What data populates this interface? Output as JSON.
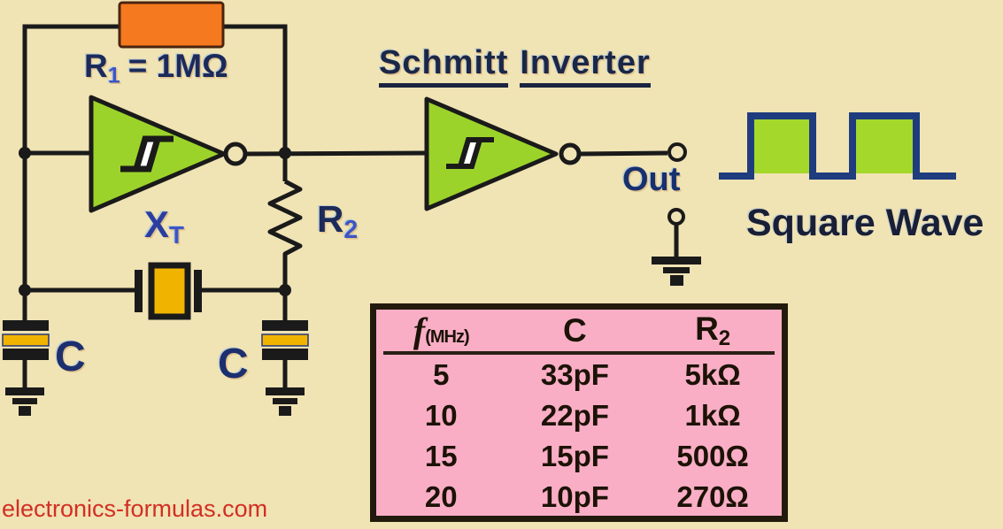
{
  "labels": {
    "r1": {
      "name": "R",
      "sub": "1",
      "value": "= 1MΩ"
    },
    "title_word1": "Schmitt",
    "title_word2": "Inverter",
    "crystal": {
      "name": "X",
      "sub": "T"
    },
    "r2": {
      "name": "R",
      "sub": "2"
    },
    "cap_left": "C",
    "cap_right": "C",
    "out": "Out",
    "square_wave": "Square Wave",
    "watermark": "electronics-formulas.com"
  },
  "table": {
    "headers": {
      "f": "f",
      "f_unit": "(MHz)",
      "c": "C",
      "r2_name": "R",
      "r2_sub": "2"
    },
    "rows": [
      {
        "f": "5",
        "c": "33pF",
        "r2": "5kΩ"
      },
      {
        "f": "10",
        "c": "22pF",
        "r2": "1kΩ"
      },
      {
        "f": "15",
        "c": "15pF",
        "r2": "500Ω"
      },
      {
        "f": "20",
        "c": "10pF",
        "r2": "270Ω"
      }
    ]
  },
  "colors": {
    "background": "#f0e3b4",
    "wire": "#1a1a1a",
    "gate_green": "#9cd32a",
    "pulse_green": "#a4d82a",
    "wave_navy": "#1f3d7e",
    "resistor_orange": "#f5791e",
    "crystal_yellow": "#f0b400",
    "table_pink": "#f9aec6",
    "label_navy": "#1c2a5a",
    "subscript_blue": "#3d55c4",
    "watermark_red": "#d22f23"
  }
}
